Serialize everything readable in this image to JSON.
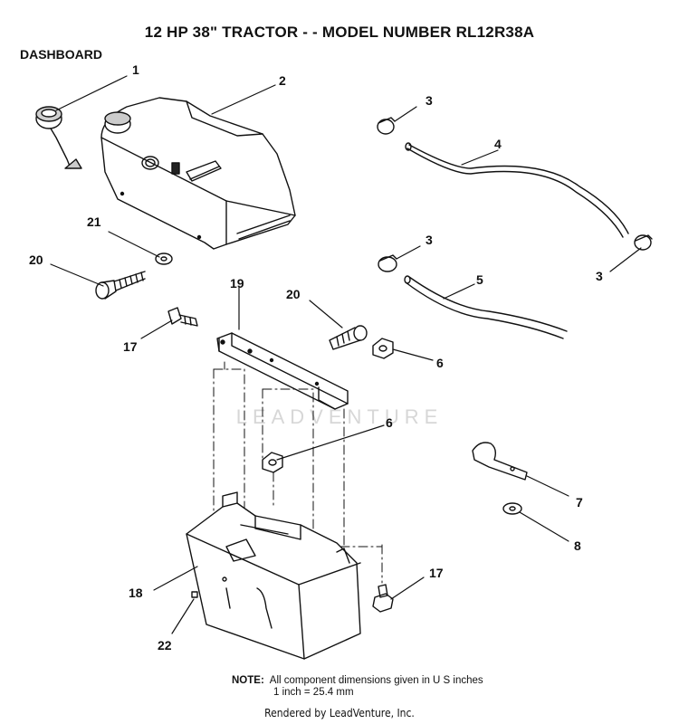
{
  "title": "12 HP 38\" TRACTOR - - MODEL NUMBER RL12R38A",
  "section": "DASHBOARD",
  "watermark": "LEADVENTURE",
  "callouts": {
    "c1": "1",
    "c2": "2",
    "c3a": "3",
    "c3b": "3",
    "c3c": "3",
    "c4": "4",
    "c5": "5",
    "c6a": "6",
    "c6b": "6",
    "c7": "7",
    "c8": "8",
    "c17a": "17",
    "c17b": "17",
    "c18": "18",
    "c19": "19",
    "c20a": "20",
    "c20b": "20",
    "c21": "21",
    "c22": "22"
  },
  "note": {
    "label": "NOTE:",
    "line1": "All component dimensions given in U S  inches",
    "line2": "1 inch = 25.4 mm"
  },
  "footer": "Rendered by LeadVenture, Inc."
}
